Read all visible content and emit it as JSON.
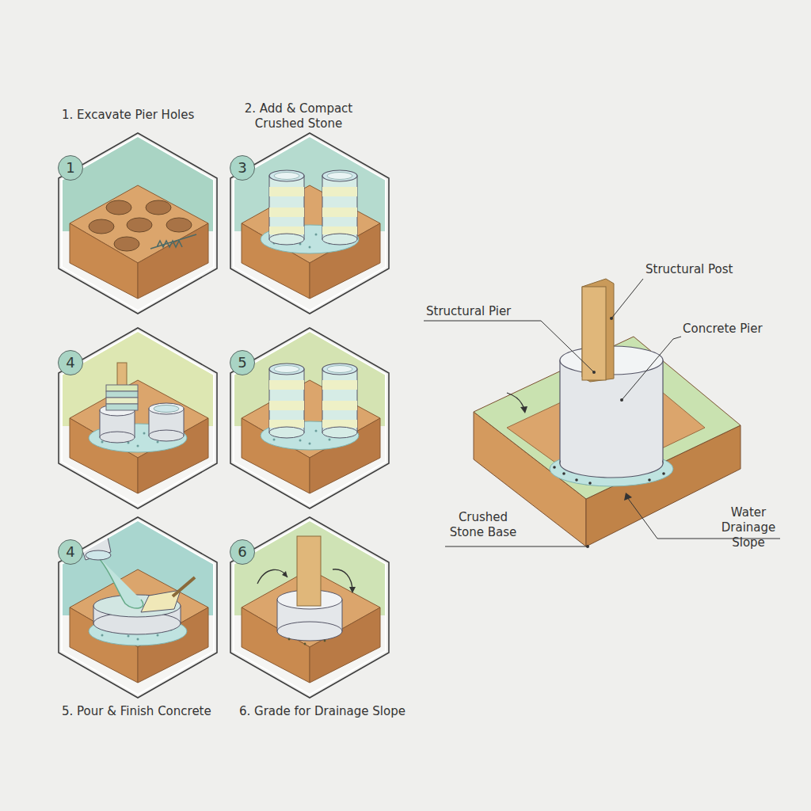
{
  "diagram": {
    "nodes": [
      {
        "text": [
          "1. Excavate Pier Holes",
          "1"
        ]
      },
      {
        "text": [
          "2. Add & Compact Crushed Stone",
          "3"
        ]
      },
      {
        "text": [
          "4"
        ]
      },
      {
        "text": [
          "5"
        ]
      },
      {
        "text": [
          "4",
          "5. Pour & Finish Concrete"
        ]
      },
      {
        "text": [
          "6",
          "6. Grade for Drainage Slope"
        ]
      }
    ],
    "labels": [
      "Structural Post",
      "Structural Pier",
      "Concrete Pier",
      "Crushed Stone Base",
      "Water Drainage Slope"
    ]
  }
}
